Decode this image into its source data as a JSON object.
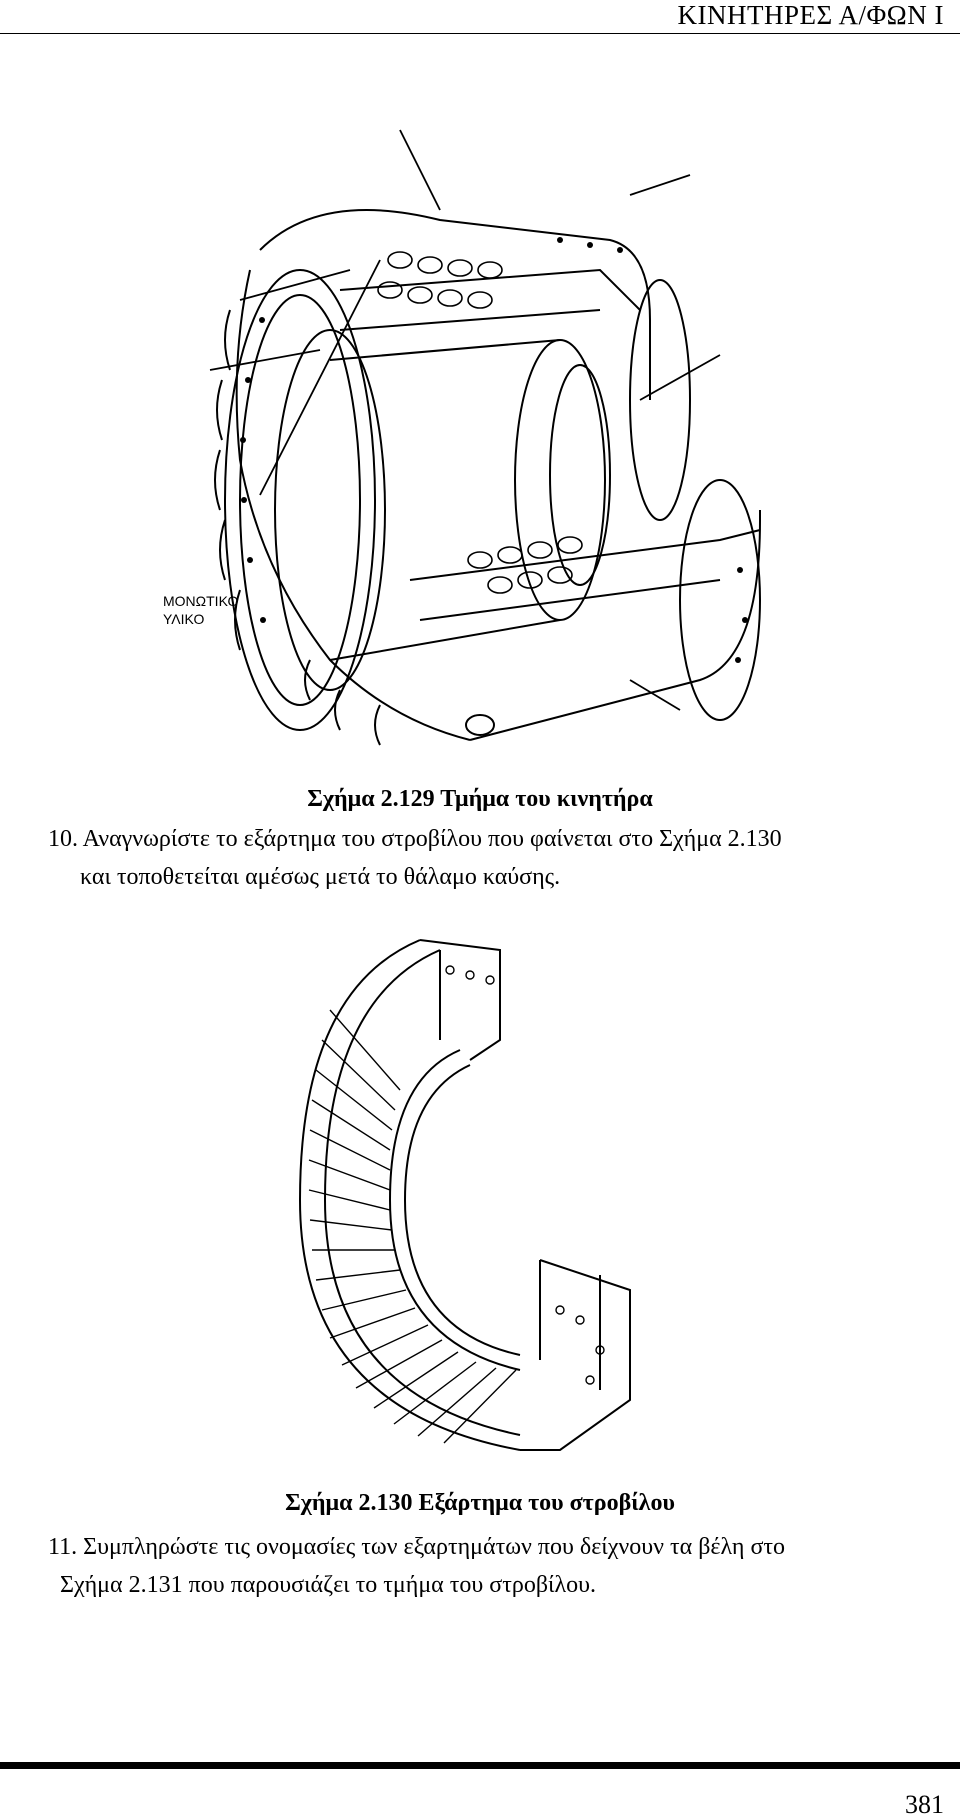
{
  "header": {
    "title": "ΚΙΝΗΤΗΡΕΣ Α/ΦΩΝ Ι"
  },
  "figure1": {
    "label_line1": "ΜΟΝΩΤΙΚΟ",
    "label_line2": "ΥΛΙΚΟ",
    "caption": "Σχήμα 2.129 Τμήμα του κινητήρα"
  },
  "question10": {
    "line1": "10. Αναγνωρίστε το εξάρτημα του στροβίλου που φαίνεται στο Σχήμα 2.130",
    "line2": "και τοποθετείται αμέσως μετά το θάλαμο καύσης."
  },
  "figure2": {
    "caption": "Σχήμα 2.130 Εξάρτημα του στροβίλου"
  },
  "question11": {
    "line1": "11. Συμπληρώστε τις ονομασίες των εξαρτημάτων που δείχνουν τα βέλη στο",
    "line2": "Σχήμα 2.131 που παρουσιάζει το τμήμα του στροβίλου."
  },
  "footer": {
    "page_number": "381"
  }
}
